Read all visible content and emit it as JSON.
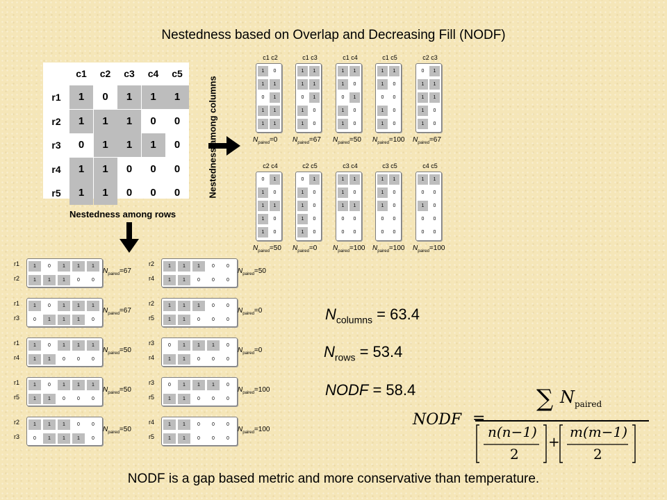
{
  "title": "Nestedness based on Overlap and Decreasing Fill (NODF)",
  "footer": "NODF is a gap based metric and more conservative than temperature.",
  "matrix": {
    "col_labels": [
      "c1",
      "c2",
      "c3",
      "c4",
      "c5"
    ],
    "row_labels": [
      "r1",
      "r2",
      "r3",
      "r4",
      "r5"
    ],
    "cells": [
      [
        1,
        0,
        1,
        1,
        1
      ],
      [
        1,
        1,
        1,
        0,
        0
      ],
      [
        0,
        1,
        1,
        1,
        0
      ],
      [
        1,
        1,
        0,
        0,
        0
      ],
      [
        1,
        1,
        0,
        0,
        0
      ]
    ]
  },
  "captions": {
    "rows": "Nestedness among rows",
    "columns": "Nestedness among columns"
  },
  "n_symbol": "N",
  "paired_sub": "paired",
  "column_pairs": [
    {
      "label": "c1  c2",
      "a": [
        1,
        1,
        0,
        1,
        1
      ],
      "b": [
        0,
        1,
        1,
        1,
        1
      ],
      "value": "0"
    },
    {
      "label": "c1  c3",
      "a": [
        1,
        1,
        0,
        1,
        1
      ],
      "b": [
        1,
        1,
        1,
        0,
        0
      ],
      "value": "67"
    },
    {
      "label": "c1  c4",
      "a": [
        1,
        1,
        0,
        1,
        1
      ],
      "b": [
        1,
        0,
        1,
        0,
        0
      ],
      "value": "50"
    },
    {
      "label": "c1  c5",
      "a": [
        1,
        1,
        0,
        1,
        1
      ],
      "b": [
        1,
        0,
        0,
        0,
        0
      ],
      "value": "100"
    },
    {
      "label": "c2  c3",
      "a": [
        0,
        1,
        1,
        1,
        1
      ],
      "b": [
        1,
        1,
        1,
        0,
        0
      ],
      "value": "67"
    },
    {
      "label": "c2  c4",
      "a": [
        0,
        1,
        1,
        1,
        1
      ],
      "b": [
        1,
        0,
        1,
        0,
        0
      ],
      "value": "50"
    },
    {
      "label": "c2  c5",
      "a": [
        0,
        1,
        1,
        1,
        1
      ],
      "b": [
        1,
        0,
        0,
        0,
        0
      ],
      "value": "0"
    },
    {
      "label": "c3  c4",
      "a": [
        1,
        1,
        1,
        0,
        0
      ],
      "b": [
        1,
        0,
        1,
        0,
        0
      ],
      "value": "100"
    },
    {
      "label": "c3  c5",
      "a": [
        1,
        1,
        1,
        0,
        0
      ],
      "b": [
        1,
        0,
        0,
        0,
        0
      ],
      "value": "100"
    },
    {
      "label": "c4  c5",
      "a": [
        1,
        0,
        1,
        0,
        0
      ],
      "b": [
        1,
        0,
        0,
        0,
        0
      ],
      "value": "100"
    }
  ],
  "row_pairs": [
    {
      "labels": [
        "r1",
        "r2"
      ],
      "a": [
        1,
        0,
        1,
        1,
        1
      ],
      "b": [
        1,
        1,
        1,
        0,
        0
      ],
      "value": "67"
    },
    {
      "labels": [
        "r1",
        "r3"
      ],
      "a": [
        1,
        0,
        1,
        1,
        1
      ],
      "b": [
        0,
        1,
        1,
        1,
        0
      ],
      "value": "67"
    },
    {
      "labels": [
        "r1",
        "r4"
      ],
      "a": [
        1,
        0,
        1,
        1,
        1
      ],
      "b": [
        1,
        1,
        0,
        0,
        0
      ],
      "value": "50"
    },
    {
      "labels": [
        "r1",
        "r5"
      ],
      "a": [
        1,
        0,
        1,
        1,
        1
      ],
      "b": [
        1,
        1,
        0,
        0,
        0
      ],
      "value": "50"
    },
    {
      "labels": [
        "r2",
        "r3"
      ],
      "a": [
        1,
        1,
        1,
        0,
        0
      ],
      "b": [
        0,
        1,
        1,
        1,
        0
      ],
      "value": "50"
    },
    {
      "labels": [
        "r2",
        "r4"
      ],
      "a": [
        1,
        1,
        1,
        0,
        0
      ],
      "b": [
        1,
        1,
        0,
        0,
        0
      ],
      "value": "50"
    },
    {
      "labels": [
        "r2",
        "r5"
      ],
      "a": [
        1,
        1,
        1,
        0,
        0
      ],
      "b": [
        1,
        1,
        0,
        0,
        0
      ],
      "value": "0"
    },
    {
      "labels": [
        "r3",
        "r4"
      ],
      "a": [
        0,
        1,
        1,
        1,
        0
      ],
      "b": [
        1,
        1,
        0,
        0,
        0
      ],
      "value": "0"
    },
    {
      "labels": [
        "r3",
        "r5"
      ],
      "a": [
        0,
        1,
        1,
        1,
        0
      ],
      "b": [
        1,
        1,
        0,
        0,
        0
      ],
      "value": "100"
    },
    {
      "labels": [
        "r4",
        "r5"
      ],
      "a": [
        1,
        1,
        0,
        0,
        0
      ],
      "b": [
        1,
        1,
        0,
        0,
        0
      ],
      "value": "100"
    }
  ],
  "results": {
    "columns": {
      "symbol": "N",
      "sub": "columns",
      "value": "= 63.4"
    },
    "rows": {
      "symbol": "N",
      "sub": "rows",
      "value": "= 53.4"
    },
    "nodf": {
      "symbol": "NODF",
      "value": "= 58.4"
    }
  },
  "formula": {
    "lhs": "NODF",
    "equals": "=",
    "sum": "∑",
    "sum_var": "N",
    "sum_sub": "paired",
    "term1_num": "n(n−1)",
    "term2_num": "m(m−1)",
    "denom": "2",
    "plus": "+"
  }
}
